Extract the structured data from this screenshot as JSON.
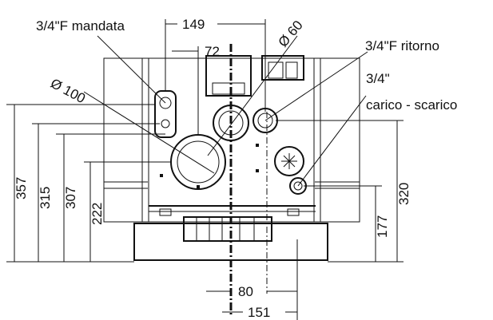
{
  "labels": {
    "mandata": "3/4\"F mandata",
    "ritorno": "3/4\"F ritorno",
    "carico_line1": "3/4\"",
    "carico_line2": "carico - scarico",
    "phi_100": "Ø 100",
    "phi_60": "Ø 60"
  },
  "dimensions": {
    "top_149": "149",
    "top_72": "72",
    "left_357": "357",
    "left_315": "315",
    "left_307": "307",
    "left_222": "222",
    "right_177": "177",
    "right_320": "320",
    "bottom_80": "80",
    "bottom_151": "151"
  }
}
